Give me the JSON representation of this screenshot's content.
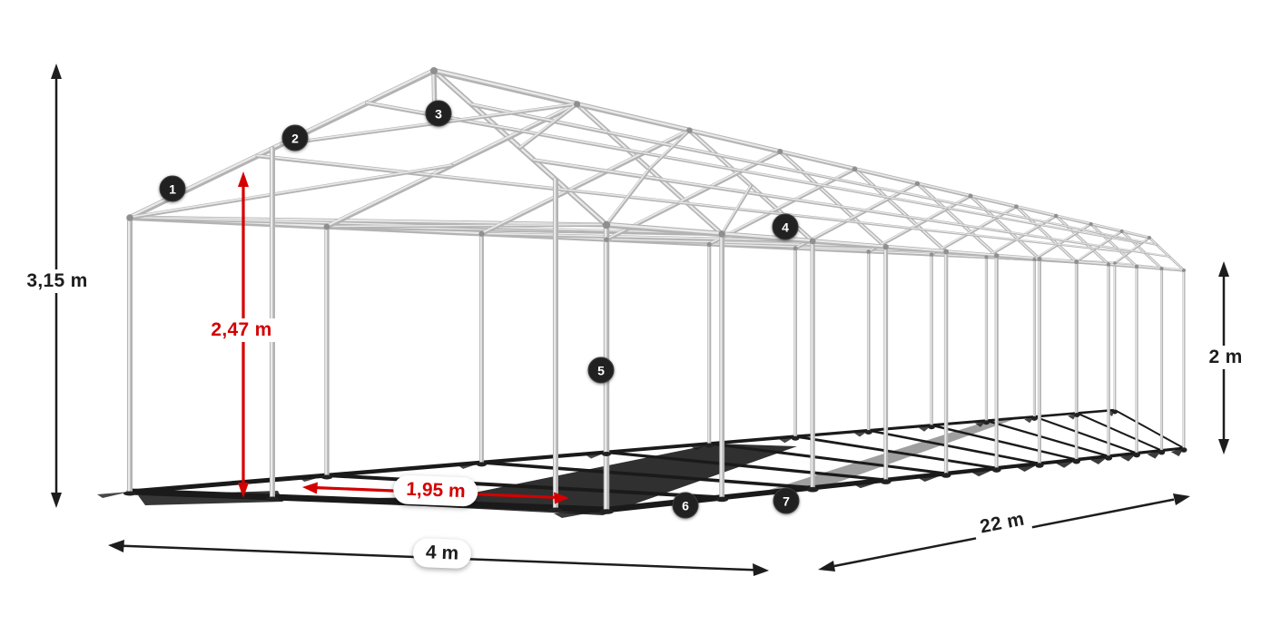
{
  "diagram": {
    "dimensions": {
      "total_height": "3,15 m",
      "entrance_height": "2,47 m",
      "side_height": "2 m",
      "entrance_width": "1,95 m",
      "width": "4 m",
      "length": "22 m"
    },
    "badges": [
      {
        "label": "1"
      },
      {
        "label": "2"
      },
      {
        "label": "3"
      },
      {
        "label": "4"
      },
      {
        "label": "5"
      },
      {
        "label": "6"
      },
      {
        "label": "7"
      }
    ],
    "colors": {
      "accent_red": "#d40000",
      "ink": "#1d1d1d",
      "frame_mid": "#b3b3b3",
      "frame_highlight": "#e9e9e9",
      "frame_dark": "#1a1a1a",
      "badge_bg": "#212121"
    }
  }
}
